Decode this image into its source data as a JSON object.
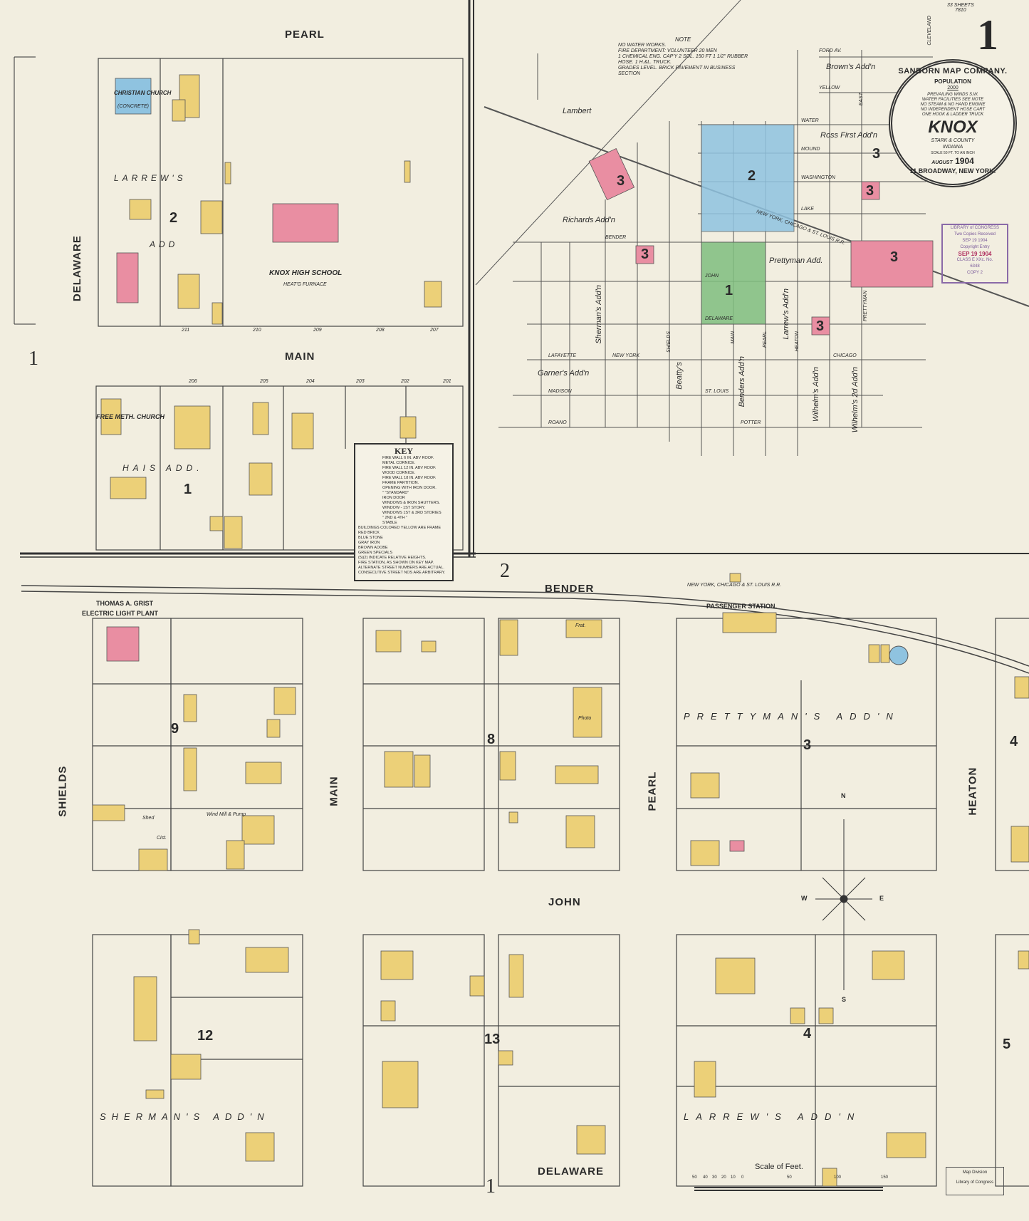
{
  "sheet_number": "1",
  "sheets_note": [
    "33 SHEETS",
    "7810"
  ],
  "seal": {
    "company": "SANBORN MAP COMPANY.",
    "population_label": "POPULATION",
    "population": "2000",
    "facts": [
      "PREVAILING WINDS S.W.",
      "WATER FACILITIES SEE NOTE",
      "NO STEAM & NO HAND ENGINE",
      "NO INDEPENDENT HOSE CART",
      "ONE HOOK & LADDER TRUCK"
    ],
    "town": "KNOX",
    "county": "STARK & COUNTY",
    "state": "INDIANA",
    "month": "AUGUST",
    "year": "1904",
    "scale": "SCALE 50 FT. TO AN INCH",
    "address": "11 BROADWAY, NEW YORK."
  },
  "note": {
    "title": "NOTE",
    "lines": [
      "NO WATER WORKS.",
      "FIRE DEPARTMENT: VOLUNTEER 20 MEN",
      "1 CHEMICAL ENG. CAP'Y 2 SOL. 150 FT 1 1/2\" RUBBER",
      "HOSE. 1 H.&L. TRUCK.",
      "GRADES LEVEL. BRICK PAVEMENT IN BUSINESS",
      "SECTION"
    ]
  },
  "stamp_loc": {
    "lines": [
      "LIBRARY of CONGRESS",
      "Two Copies Received",
      "SEP 19 1904",
      "Copyright Entry",
      "SEP 19 1904",
      "CLASS E XXc. No.",
      "6348",
      "COPY 2"
    ]
  },
  "stamp_map_division": [
    "Map Division",
    "Library of Congress"
  ],
  "key": {
    "title": "KEY",
    "lines": [
      "FIRE WALL 6 IN. ABV ROOF.",
      "METAL CORNICE.",
      "FIRE WALL 12 IN. ABV ROOF.",
      "WOOD CORNICE.",
      "FIRE WALL 18 IN. ABV ROOF.",
      "FRAME PARTITION.",
      "OPENING WITH IRON DOOR.",
      "\" \"STANDARD\"",
      "IRON DOOR",
      "WINDOWS & IRON SHUTTERS.",
      "WINDOW - 1ST STORY.",
      "WINDOWS 1ST & 3RD STORIES",
      "\" 2ND & 4TH \"",
      "STABLE",
      "BUILDINGS COLORED YELLOW ARE FRAME",
      "RED BRICK",
      "BLUE STONE",
      "GRAY IRON",
      "BROWN ADOBE",
      "GREEN SPECIALS",
      "(5)(2) INDICATE RELATIVE HEIGHTS.",
      "FIRE STATION, AS SHOWN ON KEY MAP.",
      "ALTERNATE STREET NUMBERS ARE ACTUAL.",
      "CONSECUTIVE STREET NOS ARE ARBITRARY."
    ]
  },
  "inset": {
    "streets": {
      "pearl": "PEARL",
      "delaware": "DELAWARE",
      "main": "MAIN"
    },
    "christian_church": "CHRISTIAN CHURCH",
    "christian_church_note": "(CONCRETE)",
    "high_school": "KNOX HIGH SCHOOL",
    "high_school_note": "HEAT'G FURNACE",
    "free_meth_church": "FREE METH. CHURCH",
    "additions": [
      "LARREW'S",
      "ADD",
      "HAIS ADD."
    ],
    "block_numbers": [
      "2",
      "1"
    ],
    "section_number": "1",
    "house_numbers_top": [
      "211",
      "210",
      "209",
      "208",
      "207"
    ],
    "house_numbers_bottom": [
      "206",
      "205",
      "204",
      "203",
      "202",
      "201"
    ]
  },
  "keymap": {
    "streets": [
      "FORD AV.",
      "YELLOW",
      "WATER",
      "MOUND",
      "WASHINGTON",
      "LAKE",
      "BENDER",
      "JOHN",
      "DELAWARE",
      "NEW YORK",
      "LAFAYETTE",
      "MADISON",
      "ROANO",
      "ST. LOUIS",
      "POTTER",
      "CHICAGO",
      "CLEVELAND",
      "MAIN",
      "SHIELDS",
      "PEARL",
      "HEATON",
      "EAST",
      "PRETTYMAN"
    ],
    "additions": [
      "Brown's Add'n",
      "Ross First Add'n",
      "Richards Add'n",
      "Prettyman Add.",
      "Sherman's Add'n",
      "Garner's Add'n",
      "Beatty's",
      "Benders Add'n",
      "Larrew's Add'n",
      "Wilhelm's Add'n",
      "Wilhelm's 2d Add'n",
      "Lambert"
    ],
    "railroad": "NEW YORK, CHICAGO & ST. LOUIS R.R.",
    "sheet_labels": [
      "1",
      "2",
      "3",
      "3",
      "3",
      "3",
      "3",
      "3"
    ]
  },
  "main_sheet": {
    "section_top": "2",
    "section_bottom": "1",
    "streets": {
      "bender": "BENDER",
      "john": "JOHN",
      "delaware": "DELAWARE",
      "shields": "SHIELDS",
      "main": "MAIN",
      "pearl": "PEARL",
      "heaton": "HEATON"
    },
    "railroad": "NEW YORK, CHICAGO & ST. LOUIS R.R.",
    "electric_plant": [
      "THOMAS A. GRIST",
      "ELECTRIC LIGHT PLANT"
    ],
    "passenger_station": "PASSENGER STATION.",
    "additions": [
      "PRETTYMAN'S ADD'N",
      "LARREW'S ADD'N",
      "SHERMAN'S ADD'N"
    ],
    "block_numbers": [
      "9",
      "8",
      "3",
      "4",
      "12",
      "13",
      "4",
      "5"
    ],
    "labels": [
      "Shed",
      "Photo",
      "Frat.",
      "Wind Mill & Pump",
      "Cist."
    ],
    "compass": [
      "N",
      "S",
      "E",
      "W"
    ]
  },
  "scale": {
    "title": "Scale of Feet.",
    "ticks": [
      "50",
      "40",
      "30",
      "20",
      "10",
      "0",
      "50",
      "100",
      "150"
    ]
  },
  "colors": {
    "paper": "#f2eee0",
    "frame": "#ecd078",
    "brick": "#e98ea2",
    "stone": "#8fc3e0",
    "special": "#7fbf7f"
  }
}
